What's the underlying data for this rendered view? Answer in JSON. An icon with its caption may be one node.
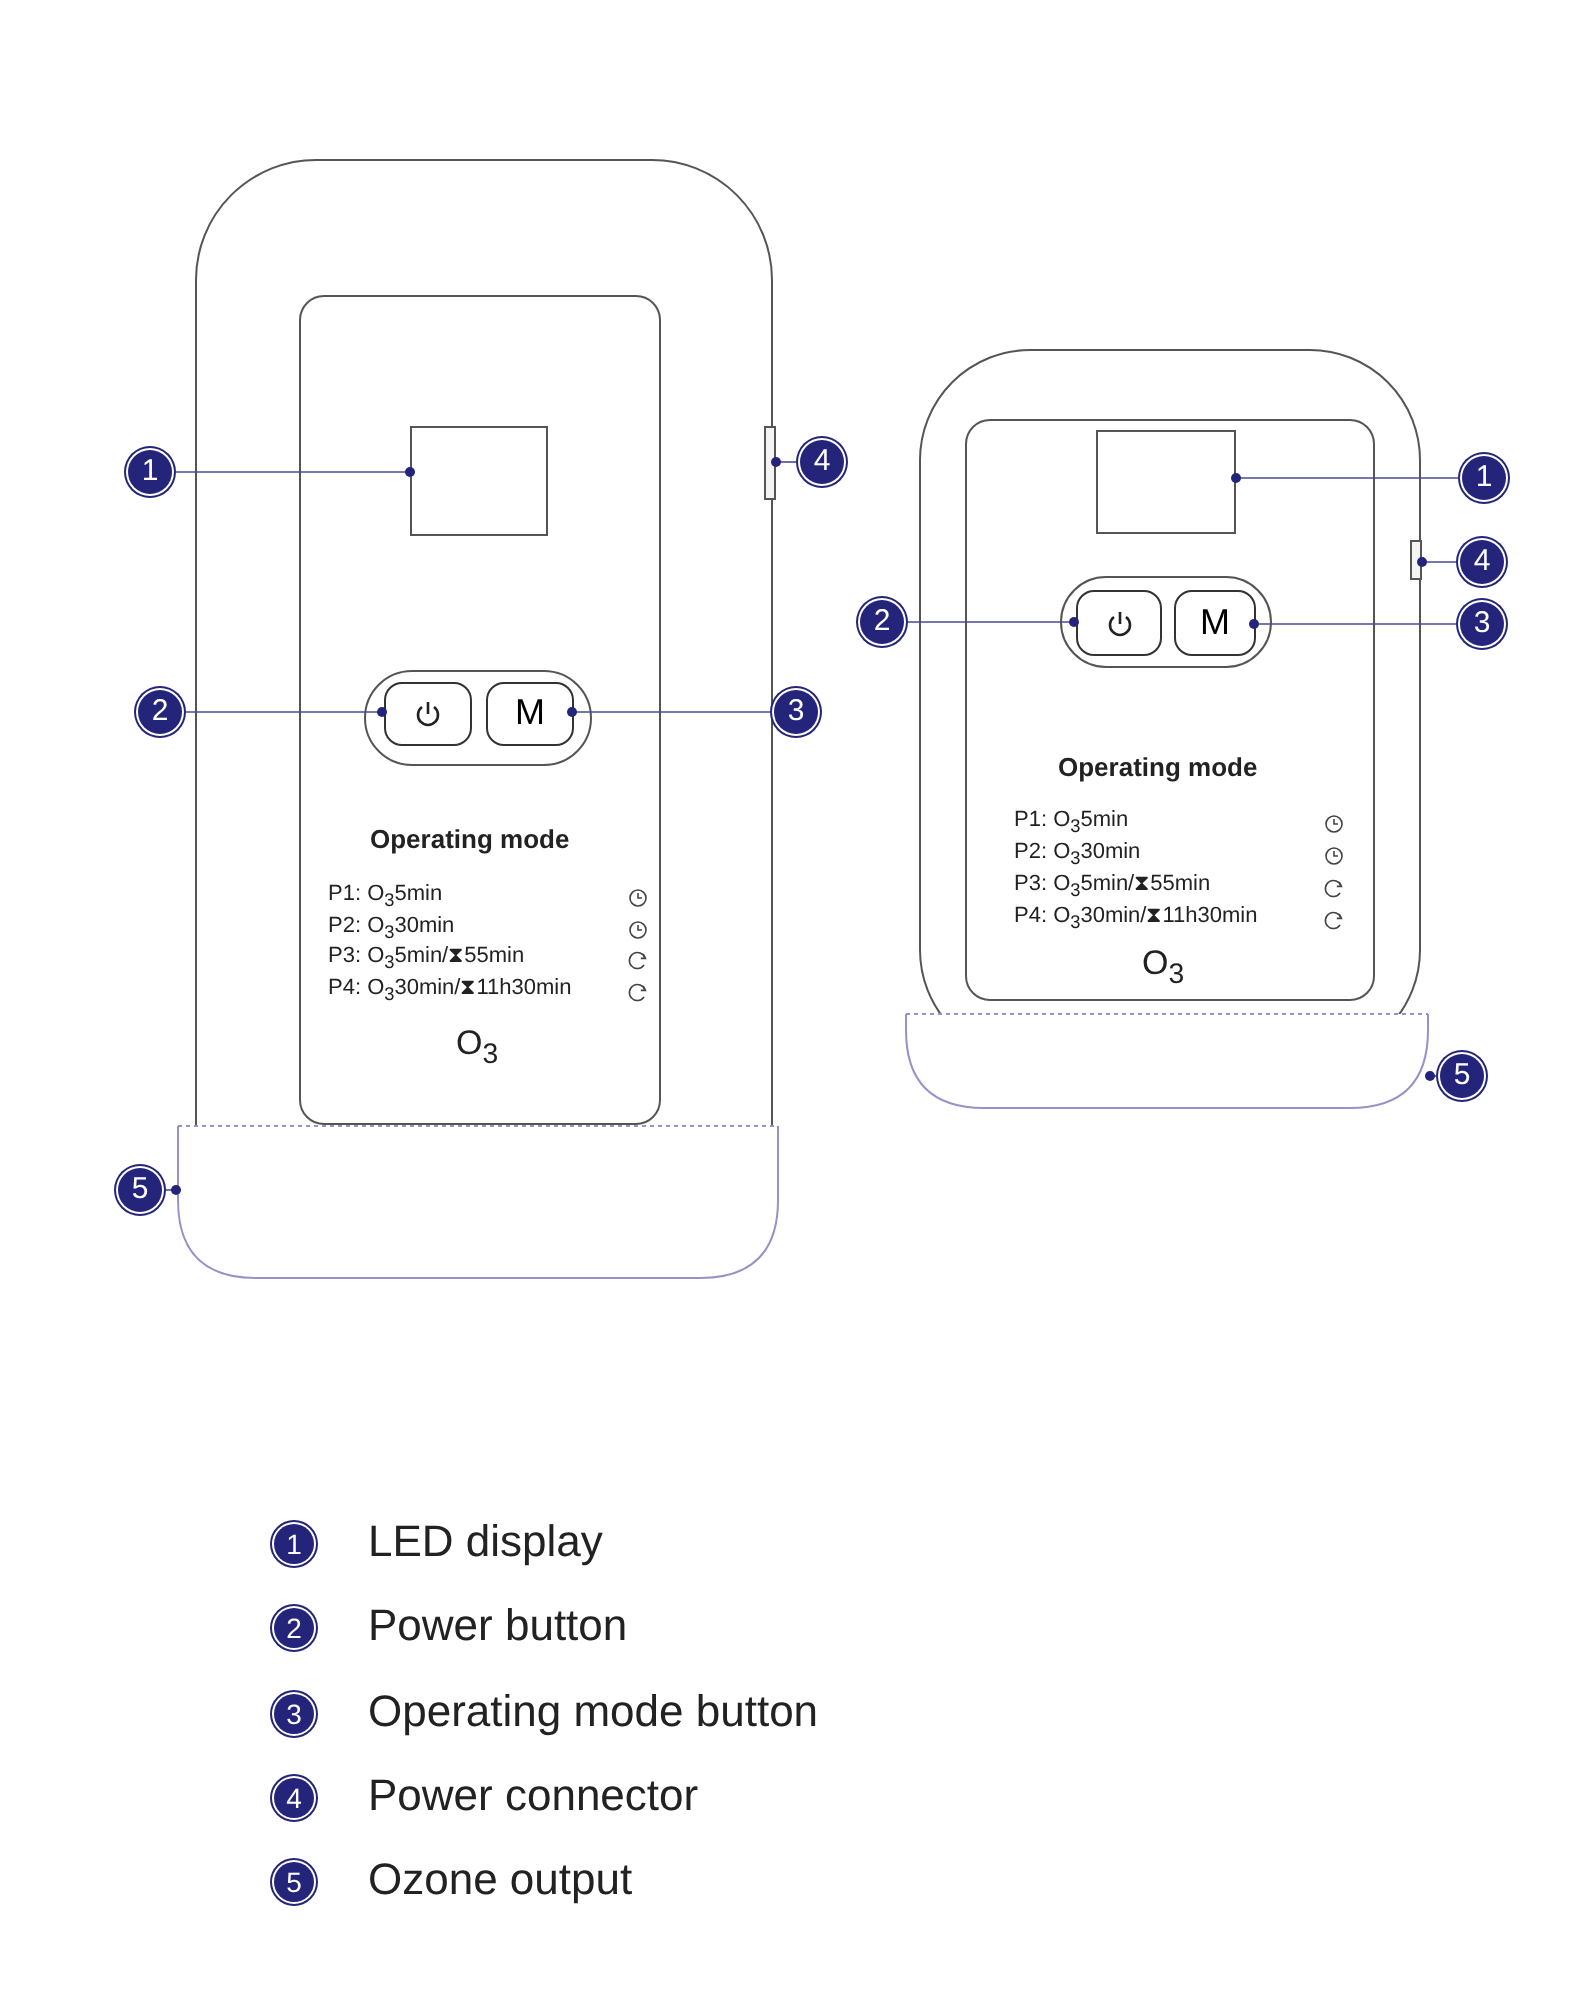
{
  "diagram": {
    "nodes": [
      {
        "text": [
          "1"
        ]
      },
      {
        "text": [],
        "shape": "box"
      },
      {
        "text": [
          "2"
        ]
      },
      {
        "text": [],
        "shape": "box"
      },
      {
        "text": [],
        "shape": "box",
        "in": 3
      },
      {
        "text": [
          "M"
        ],
        "in": 3
      },
      {
        "text": [
          "3"
        ]
      },
      {
        "text": [
          "4"
        ]
      },
      {
        "text": [],
        "shape": "bar"
      },
      {
        "text": [],
        "shape": "band"
      },
      {
        "text": [
          "5"
        ]
      },
      {
        "text": [
          "1"
        ]
      },
      {
        "text": [],
        "shape": "box"
      },
      {
        "text": [
          "2"
        ]
      },
      {
        "text": [],
        "shape": "box"
      },
      {
        "text": [],
        "shape": "box",
        "in": 14
      },
      {
        "text": [
          "M"
        ],
        "in": 14
      },
      {
        "text": [
          "3"
        ]
      },
      {
        "text": [
          "4"
        ]
      },
      {
        "text": [],
        "shape": "bar"
      },
      {
        "text": [],
        "shape": "band"
      },
      {
        "text": [
          "5"
        ]
      },
      {
        "text": [
          "1"
        ],
        "beside": [
          "LED display"
        ]
      },
      {
        "text": [
          "2"
        ],
        "beside": [
          "Power button"
        ]
      },
      {
        "text": [
          "3"
        ],
        "beside": [
          "Operating mode button"
        ]
      },
      {
        "text": [
          "4"
        ],
        "beside": [
          "Power connector"
        ]
      },
      {
        "text": [
          "5"
        ],
        "beside": [
          "Ozone output"
        ]
      }
    ],
    "edges": [
      {
        "from": 0,
        "to": 1,
        "arrow": "other"
      },
      {
        "from": 2,
        "to": 4,
        "arrow": "other"
      },
      {
        "from": 6,
        "to": 5,
        "arrow": "other"
      },
      {
        "from": 7,
        "to": 8,
        "arrow": "other"
      },
      {
        "from": 10,
        "to": 9,
        "arrow": "other"
      },
      {
        "from": 11,
        "to": 12,
        "arrow": "other"
      },
      {
        "from": 13,
        "to": 15,
        "arrow": "other"
      },
      {
        "from": 17,
        "to": 16,
        "arrow": "other"
      },
      {
        "from": 18,
        "to": 19,
        "arrow": "other"
      },
      {
        "from": 21,
        "to": 20,
        "arrow": "other"
      }
    ],
    "labels": [
      "Operating mode",
      "P1: O$_{3}$5min",
      "P2: O$_{3}$30min",
      "P3: O$_{3}$5min/⧗55min",
      "P4: O$_{3}$30min/⧗11h30min",
      "O$_{3}$",
      "Operating mode",
      "P1: O$_{3}$5min",
      "P2: O$_{3}$30min",
      "P3: O$_{3}$5min/⧗55min",
      "P4: O$_{3}$30min/⧗11h30min",
      "O$_{3}$"
    ]
  }
}
